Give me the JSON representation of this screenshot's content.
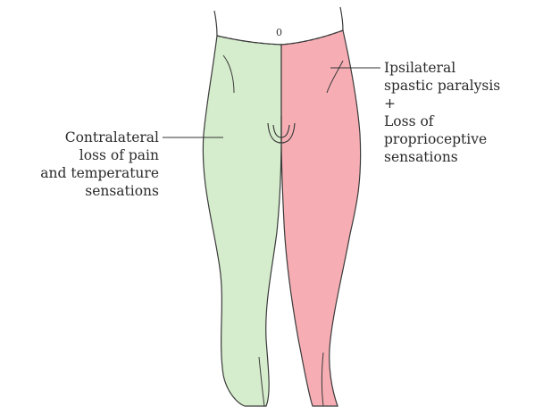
{
  "diagram": {
    "center_mark": "0",
    "left_label": {
      "lines": [
        "Contralateral",
        "loss of pain",
        "and temperature",
        "sensations"
      ]
    },
    "right_label": {
      "lines": [
        "Ipsilateral",
        "spastic paralysis",
        "+",
        "Loss of",
        "proprioceptive",
        "sensations"
      ]
    },
    "colors": {
      "left_leg_fill": "#d6edcd",
      "right_leg_fill": "#f6aeb4",
      "outline": "#3a3a3a"
    }
  }
}
